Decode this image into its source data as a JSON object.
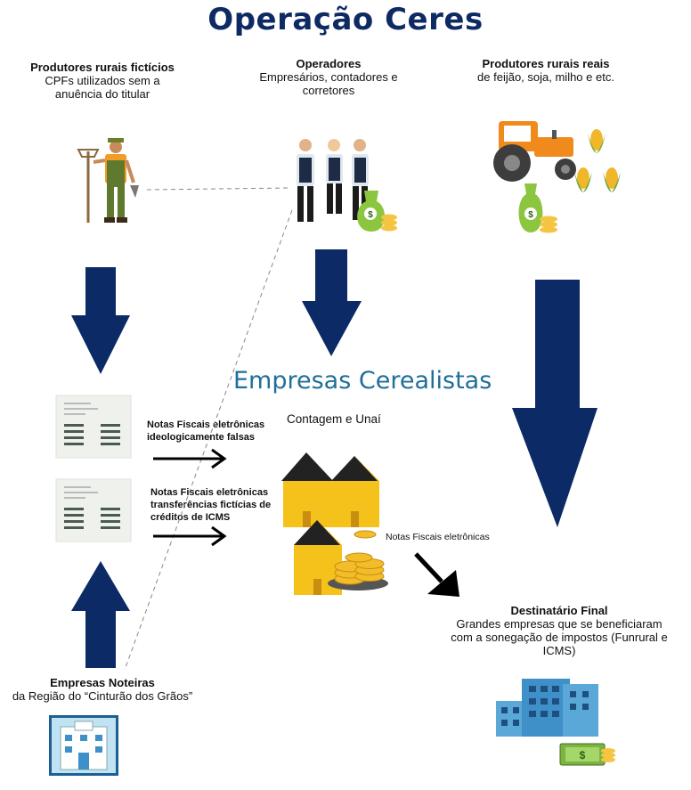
{
  "title": "Operação Ceres",
  "produtores_ficticios": {
    "heading": "Produtores rurais fictícios",
    "line1": "CPFs utilizados sem a",
    "line2": "anuência do titular"
  },
  "operadores": {
    "heading": "Operadores",
    "line1": "Empresários, contadores e",
    "line2": "corretores"
  },
  "produtores_reais": {
    "heading": "Produtores rurais reais",
    "line1": "de feijão, soja, milho e etc."
  },
  "cerealistas": {
    "heading": "Empresas Cerealistas",
    "location": "Contagem e Unaí"
  },
  "nf_falsas": {
    "line1": "Notas Fiscais eletrônicas",
    "line2": "ideologicamente falsas"
  },
  "nf_transferencias": {
    "line1": "Notas Fiscais eletrônicas",
    "line2": "transferências fictícias de",
    "line3": "créditos de ICMS"
  },
  "nf_eletronicas": "Notas Fiscais eletrônicas",
  "destinatario": {
    "heading": "Destinatário Final",
    "line1": "Grandes empresas que se beneficiaram",
    "line2": "com a sonegação de impostos (Funrural e ICMS)"
  },
  "noteiras": {
    "heading": "Empresas Noteiras",
    "line1": "da Região do “Cinturão dos Grãos”"
  },
  "icons": {
    "currency_symbol": "$"
  },
  "colors": {
    "title": "#0e2a62",
    "arrow": "#0b2a66",
    "cerealistas": "#1f6f9a",
    "building_yellow": "#f4c21a",
    "tractor": "#f08a1c",
    "money_green": "#8cc63f"
  }
}
